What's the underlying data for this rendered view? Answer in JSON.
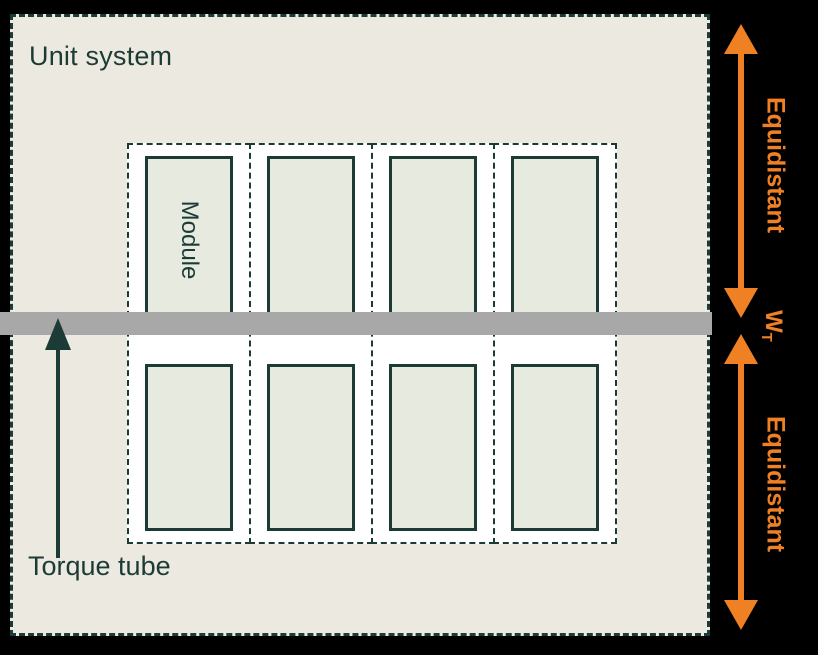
{
  "diagram": {
    "title": "Unit system",
    "background_color": "#ece9e0",
    "outline_color": "#1d3b36",
    "accent_color": "#ef8023",
    "torque_tube_color": "#a8a8a8",
    "module_fill_color": "#e7eade",
    "cell_fill_color": "#ffffff"
  },
  "labels": {
    "unit_system": "Unit system",
    "module": "Module",
    "torque_tube": "Torque tube",
    "equidistant_top": "Equidistant",
    "equidistant_bottom": "Equidistant",
    "width_symbol": "W",
    "width_subscript": "T"
  },
  "grid": {
    "columns": 4,
    "rows": 2,
    "cells": [
      {
        "column": 1,
        "row": 1,
        "label": "Module"
      },
      {
        "column": 2,
        "row": 1,
        "label": ""
      },
      {
        "column": 3,
        "row": 1,
        "label": ""
      },
      {
        "column": 4,
        "row": 1,
        "label": ""
      },
      {
        "column": 1,
        "row": 2,
        "label": ""
      },
      {
        "column": 2,
        "row": 2,
        "label": ""
      },
      {
        "column": 3,
        "row": 2,
        "label": ""
      },
      {
        "column": 4,
        "row": 2,
        "label": ""
      }
    ]
  },
  "annotations": [
    {
      "name": "equidistant-top",
      "text": "Equidistant",
      "orientation": "vertical",
      "arrow": "double-headed"
    },
    {
      "name": "torque-tube-width",
      "text": "W_T",
      "orientation": "vertical"
    },
    {
      "name": "equidistant-bottom",
      "text": "Equidistant",
      "orientation": "vertical",
      "arrow": "double-headed"
    }
  ]
}
